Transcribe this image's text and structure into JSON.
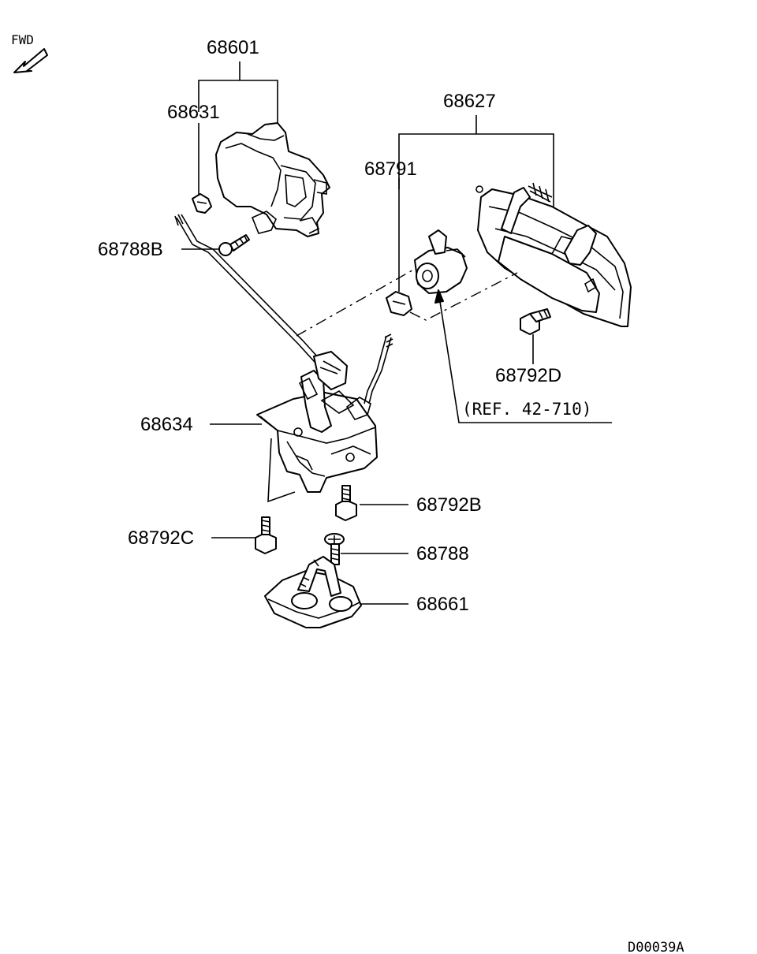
{
  "fwd_label": "FWD",
  "diagram_code": "D00039A",
  "parts": [
    {
      "id": "68601"
    },
    {
      "id": "68631"
    },
    {
      "id": "68788B"
    },
    {
      "id": "68627"
    },
    {
      "id": "68791"
    },
    {
      "id": "68792D"
    },
    {
      "id": "68634"
    },
    {
      "id": "68792B"
    },
    {
      "id": "68792C"
    },
    {
      "id": "68788"
    },
    {
      "id": "68661"
    }
  ],
  "reference": "(REF. 42-710)"
}
